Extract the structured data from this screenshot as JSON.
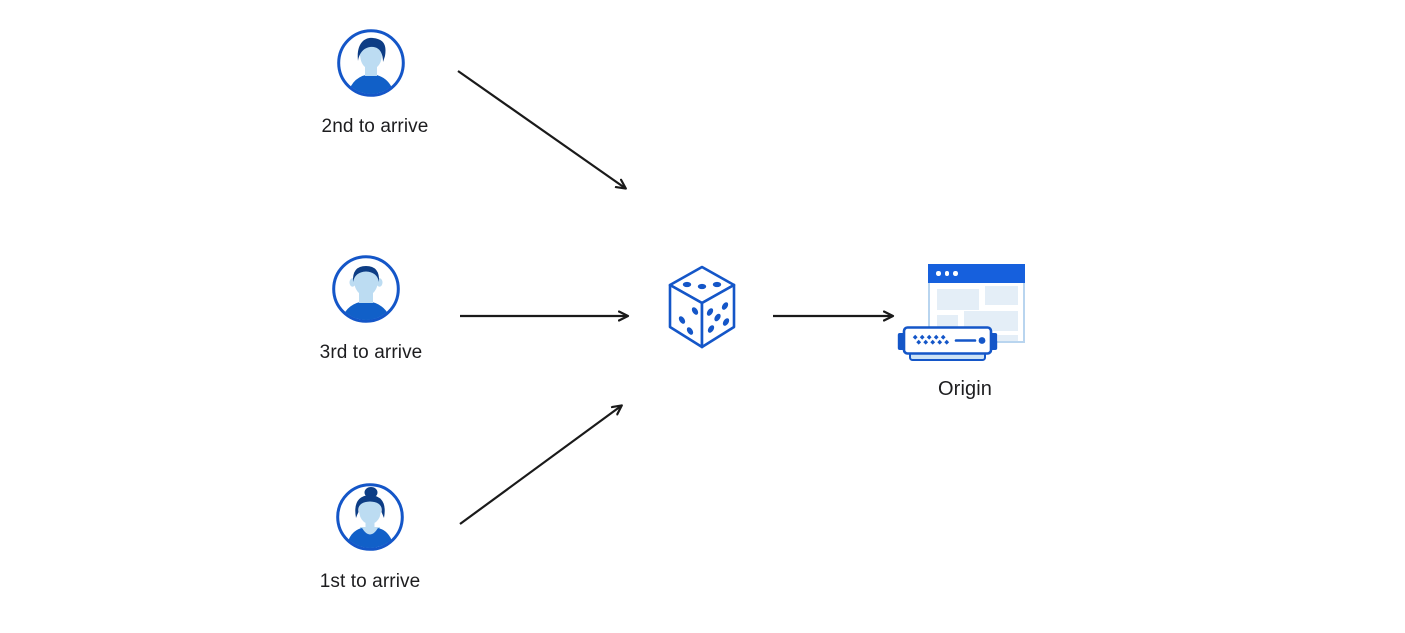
{
  "colors": {
    "accent_blue": "#1456c8",
    "dark_navy": "#0d3d85",
    "face_blue": "#bcdcf2",
    "shirt_blue": "#1160c8",
    "titlebar_blue": "#1660dd",
    "panel_blue": "#e4eef7",
    "window_border": "#b9d5ef",
    "server_base": "#cde3f6",
    "arrow_black": "#1a1a1a",
    "text_black": "#1d1d1f",
    "canvas_bg": "#ffffff"
  },
  "nodes": {
    "client_second": {
      "label": "2nd to arrive",
      "icon": "avatar-man-quiff-icon"
    },
    "client_third": {
      "label": "3rd to arrive",
      "icon": "avatar-man-flattop-icon"
    },
    "client_first": {
      "label": "1st to arrive",
      "icon": "avatar-woman-bun-icon"
    },
    "random_selector": {
      "icon": "dice-icon"
    },
    "origin": {
      "label": "Origin",
      "icon": "origin-server-icon"
    }
  },
  "edges": [
    {
      "from": "client_second",
      "to": "random_selector"
    },
    {
      "from": "client_third",
      "to": "random_selector"
    },
    {
      "from": "client_first",
      "to": "random_selector"
    },
    {
      "from": "random_selector",
      "to": "origin"
    }
  ]
}
